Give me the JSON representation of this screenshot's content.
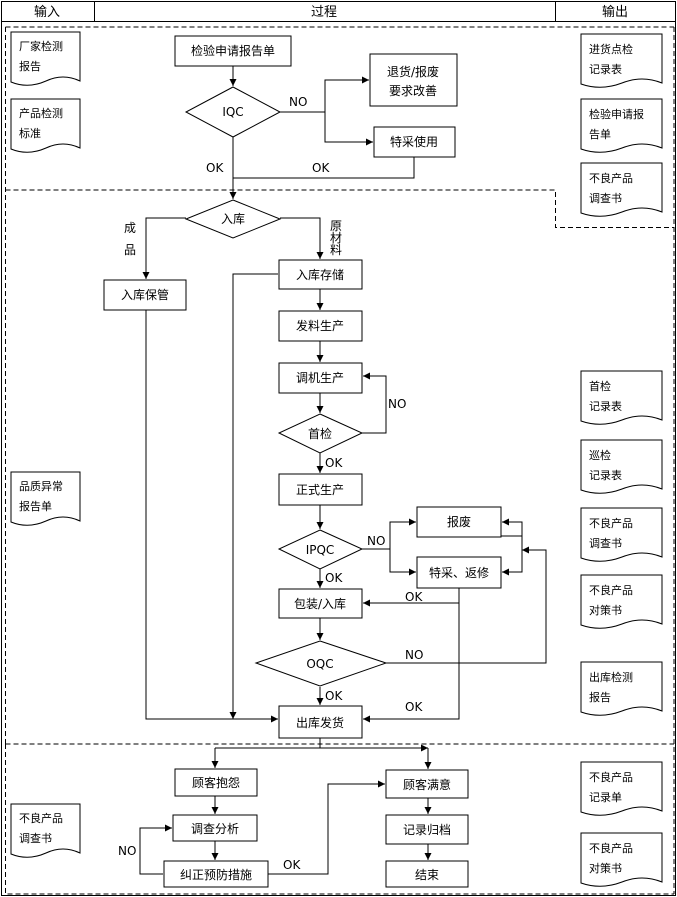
{
  "header": {
    "input": "输入",
    "process": "过程",
    "output": "输出"
  },
  "process": {
    "apply_report": "检验申请报告单",
    "iqc": "IQC",
    "return_improve": [
      "退货/报废",
      "要求改善"
    ],
    "special_use_1": "特采使用",
    "warehouse_in": "入库",
    "finished_product": "成品",
    "raw_material": "原材料",
    "finished_storage": "入库保管",
    "raw_storage": "入库存储",
    "issue_production": "发料生产",
    "setup_production": "调机生产",
    "first_check": "首检",
    "formal_production": "正式生产",
    "scrap": "报废",
    "ipqc": "IPQC",
    "special_rework": "特采、返修",
    "pack_storage": "包装/入库",
    "oqc": "OQC",
    "ship": "出库发货",
    "complaint": "顾客抱怨",
    "satisfied": "顾客满意",
    "investigate": "调查分析",
    "record_archive": "记录归档",
    "corrective": "纠正预防措施",
    "end": "结束"
  },
  "edge_labels": {
    "yes": "OK",
    "no": "NO"
  },
  "inputs": [
    [
      "厂家检测",
      "报告"
    ],
    [
      "产品检测",
      "标准"
    ],
    [
      "品质异常",
      "报告单"
    ],
    [
      "不良产品",
      "调查书"
    ]
  ],
  "outputs": [
    [
      "进货点检",
      "记录表"
    ],
    [
      "检验申请报",
      "告单"
    ],
    [
      "不良产品",
      "调查书"
    ],
    [
      "首检",
      "记录表"
    ],
    [
      "巡检",
      "记录表"
    ],
    [
      "不良产品",
      "调查书"
    ],
    [
      "不良产品",
      "对策书"
    ],
    [
      "出库检测",
      "报告"
    ],
    [
      "不良产品",
      "记录单"
    ],
    [
      "不良产品",
      "对策书"
    ]
  ]
}
